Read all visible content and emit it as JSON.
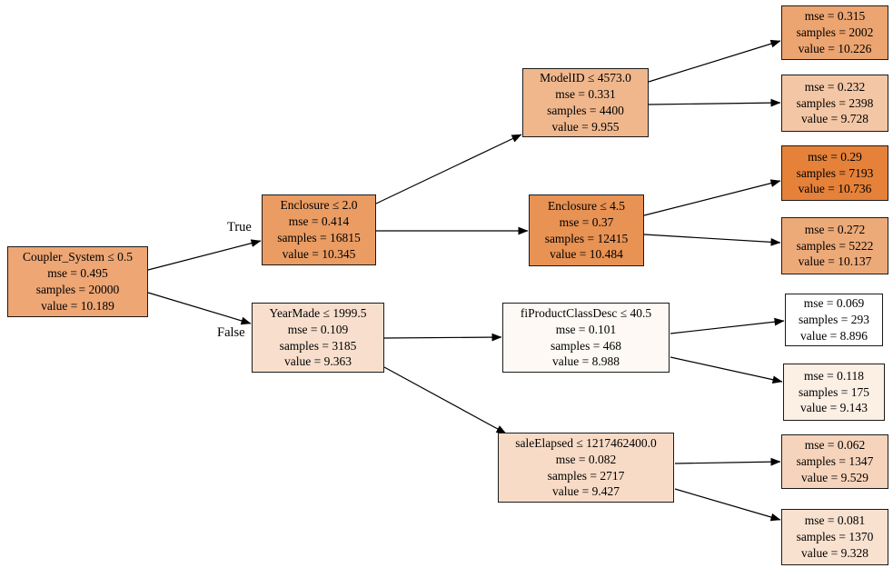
{
  "figure": {
    "type": "decision-tree",
    "orientation": "left-to-right",
    "criterion": "mse"
  },
  "edge_labels": {
    "true_label": "True",
    "false_label": "False"
  },
  "palette": {
    "leaf_min_color": "#ffffff",
    "leaf_max_color": "#e58139",
    "node_border": "#1a1a1a",
    "edge_color": "#000000"
  },
  "nodes": {
    "root": {
      "condition": "Coupler_System ≤ 0.5",
      "mse": "mse = 0.495",
      "samples": "samples = 20000",
      "value": "value = 10.189",
      "fill": "#eda674"
    },
    "enclosure2": {
      "condition": "Enclosure ≤ 2.0",
      "mse": "mse = 0.414",
      "samples": "samples = 16815",
      "value": "value = 10.345",
      "fill": "#ea9c63"
    },
    "yearmade": {
      "condition": "YearMade ≤ 1999.5",
      "mse": "mse = 0.109",
      "samples": "samples = 3185",
      "value": "value = 9.363",
      "fill": "#f8dfcd"
    },
    "modelid": {
      "condition": "ModelID ≤ 4573.0",
      "mse": "mse = 0.331",
      "samples": "samples = 4400",
      "value": "value = 9.955",
      "fill": "#f0b78d"
    },
    "enclosure45": {
      "condition": "Enclosure ≤ 4.5",
      "mse": "mse = 0.37",
      "samples": "samples = 12415",
      "value": "value = 10.484",
      "fill": "#e89254"
    },
    "fiprod": {
      "condition": "fiProductClassDesc ≤ 40.5",
      "mse": "mse = 0.101",
      "samples": "samples = 468",
      "value": "value = 8.988",
      "fill": "#fef9f5"
    },
    "saleelapsed": {
      "condition": "saleElapsed ≤ 1217462400.0",
      "mse": "mse = 0.082",
      "samples": "samples = 2717",
      "value": "value = 9.427",
      "fill": "#f8dbc6"
    },
    "leaf1": {
      "mse": "mse = 0.315",
      "samples": "samples = 2002",
      "value": "value = 10.226",
      "fill": "#eca470"
    },
    "leaf2": {
      "mse": "mse = 0.232",
      "samples": "samples = 2398",
      "value": "value = 9.728",
      "fill": "#f3c6a5"
    },
    "leaf3": {
      "mse": "mse = 0.29",
      "samples": "samples = 7193",
      "value": "value = 10.736",
      "fill": "#e58139"
    },
    "leaf4": {
      "mse": "mse = 0.272",
      "samples": "samples = 5222",
      "value": "value = 10.137",
      "fill": "#edaa79"
    },
    "leaf5": {
      "mse": "mse = 0.069",
      "samples": "samples = 293",
      "value": "value = 8.896",
      "fill": "#ffffff"
    },
    "leaf6": {
      "mse": "mse = 0.118",
      "samples": "samples = 175",
      "value": "value = 9.143",
      "fill": "#fcefe4"
    },
    "leaf7": {
      "mse": "mse = 0.062",
      "samples": "samples = 1347",
      "value": "value = 9.529",
      "fill": "#f6d4bb"
    },
    "leaf8": {
      "mse": "mse = 0.081",
      "samples": "samples = 1370",
      "value": "value = 9.328",
      "fill": "#f9e1d0"
    }
  }
}
